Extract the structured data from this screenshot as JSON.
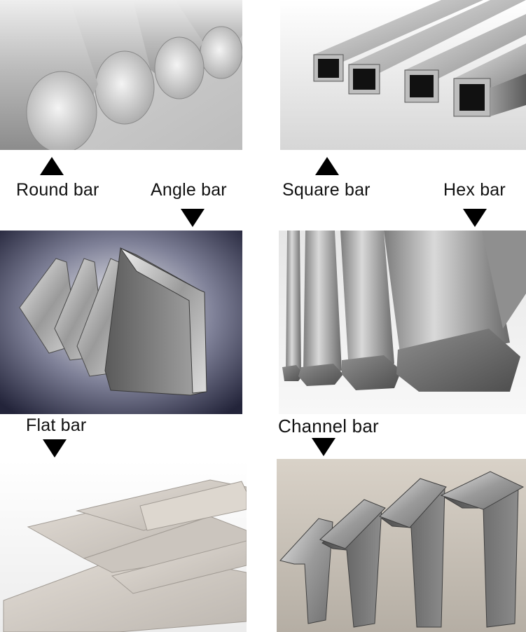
{
  "labels": {
    "round": "Round bar",
    "angle": "Angle bar",
    "square": "Square bar",
    "hex": "Hex bar",
    "flat": "Flat bar",
    "channel": "Channel bar"
  },
  "colors": {
    "text": "#111111",
    "arrow": "#000000"
  },
  "icons": {
    "up": "triangle-up-icon",
    "down": "triangle-down-icon"
  }
}
